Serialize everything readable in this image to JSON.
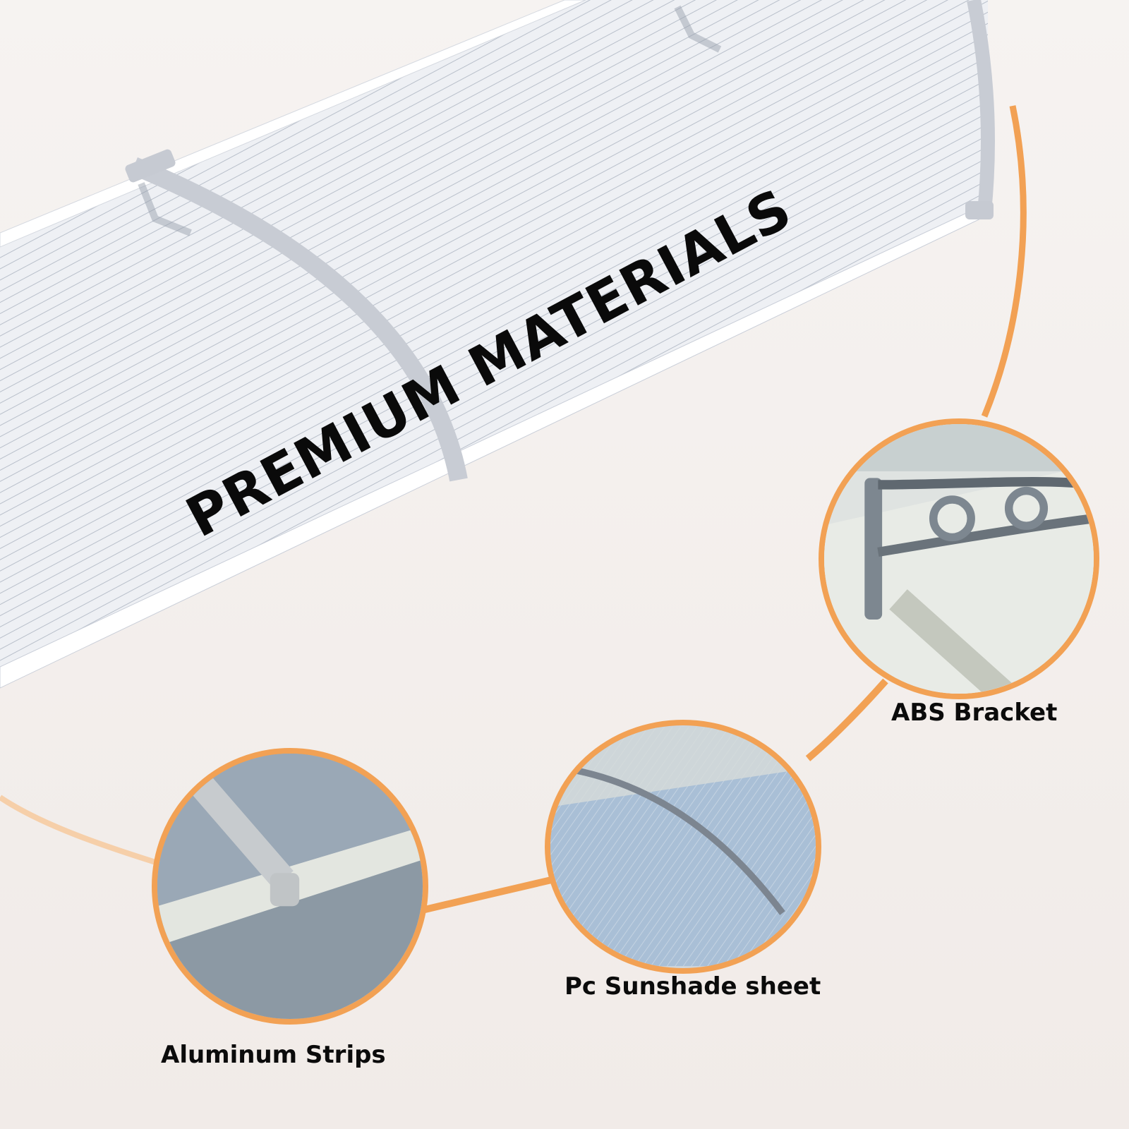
{
  "title": "PREMIUM MATERIALS",
  "accent_color": "#f2a154",
  "background_color": "#f4efec",
  "features": [
    {
      "label": "ABS Bracket",
      "icon": "bracket-closeup"
    },
    {
      "label": "Pc Sunshade sheet",
      "icon": "polycarbonate-sheet-closeup"
    },
    {
      "label": "Aluminum Strips",
      "icon": "aluminum-strip-closeup"
    }
  ]
}
